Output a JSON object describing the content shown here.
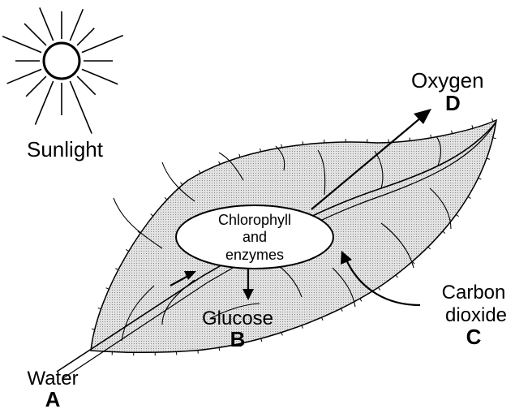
{
  "labels": {
    "sunlight": "Sunlight",
    "oxygen": "Oxygen",
    "letter_d": "D",
    "chlorophyll_line1": "Chlorophyll",
    "chlorophyll_line2": "and",
    "chlorophyll_line3": "enzymes",
    "glucose": "Glucose",
    "letter_b": "B",
    "carbon_line1": "Carbon",
    "carbon_line2": "dioxide",
    "letter_c": "C",
    "water": "Water",
    "letter_a": "A"
  },
  "colors": {
    "leaf_fill": "#d4d4d4",
    "ink": "#000000",
    "ellipse_fill": "#ffffff"
  }
}
